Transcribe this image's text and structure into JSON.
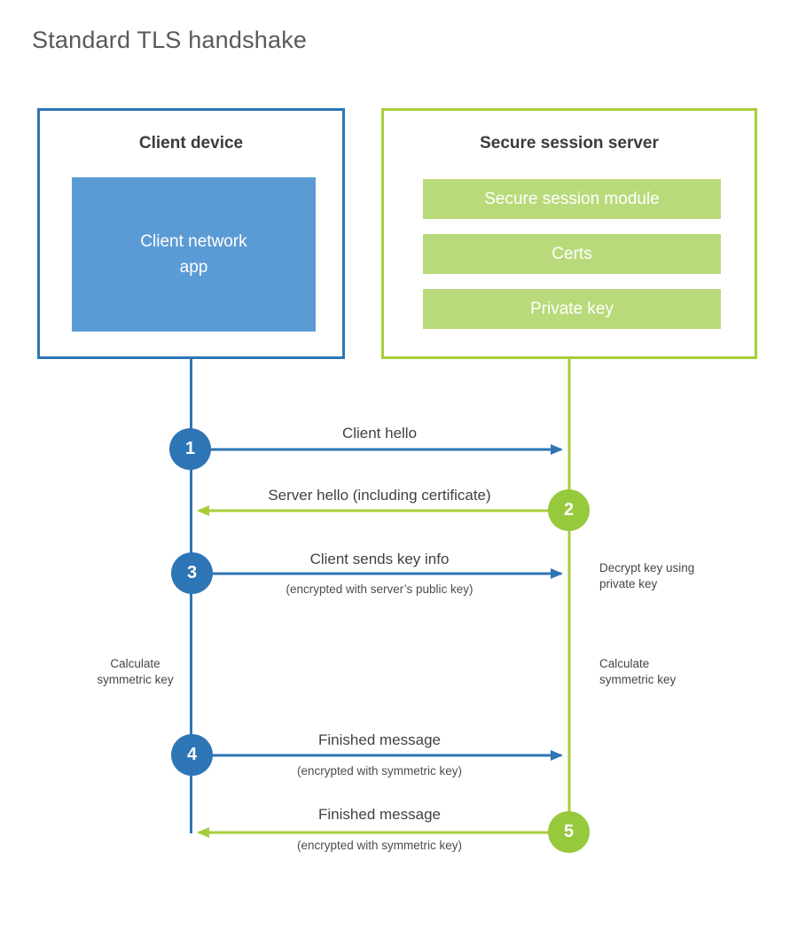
{
  "title": "Standard TLS handshake",
  "client": {
    "box_title": "Client device",
    "app_label": "Client network\napp"
  },
  "server": {
    "box_title": "Secure session server",
    "modules": [
      "Secure session module",
      "Certs",
      "Private key"
    ]
  },
  "steps": [
    {
      "num": "1",
      "label": "Client hello"
    },
    {
      "num": "2",
      "label": "Server hello (including certificate)"
    },
    {
      "num": "3",
      "label": "Client sends key info",
      "sub": "(encrypted with server’s public key)"
    },
    {
      "num": "4",
      "label": "Finished message",
      "sub": "(encrypted with symmetric key)"
    },
    {
      "num": "5",
      "label": "Finished message",
      "sub": "(encrypted with symmetric key)"
    }
  ],
  "annotations": {
    "decrypt": "Decrypt key using\nprivate key",
    "calc_client": "Calculate\nsymmetric key",
    "calc_server": "Calculate\nsymmetric key"
  },
  "colors": {
    "blue": "#2e75b6",
    "blue_fill": "#5b9bd5",
    "green": "#a6ce39",
    "green_fill": "#b9da7a"
  }
}
